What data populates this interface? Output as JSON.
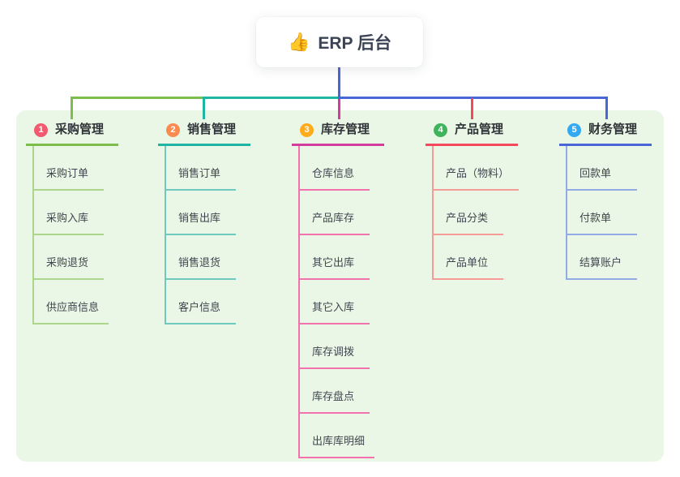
{
  "root": {
    "icon": "👍",
    "icon_name": "thumbs-up-icon",
    "title": "ERP 后台"
  },
  "colors": {
    "page_bg": "#FFFFFF",
    "panel_bg": "#EBF7E6",
    "root_connector": "#4966D6",
    "text_dark": "#2F3438",
    "text_child": "#3F464F"
  },
  "branches": [
    {
      "num": "1",
      "label": "采购管理",
      "badge_color": "#F25A70",
      "line_color": "#7CBE4B",
      "child_line_color": "#ABD68C",
      "children": [
        "采购订单",
        "采购入库",
        "采购退货",
        "供应商信息"
      ]
    },
    {
      "num": "2",
      "label": "销售管理",
      "badge_color": "#FB8A50",
      "line_color": "#1FB5A3",
      "child_line_color": "#6FC9BE",
      "children": [
        "销售订单",
        "销售出库",
        "销售退货",
        "客户信息"
      ]
    },
    {
      "num": "3",
      "label": "库存管理",
      "badge_color": "#FFAC1C",
      "line_color": "#D23C9C",
      "child_line_color": "#F272AE",
      "children": [
        "仓库信息",
        "产品库存",
        "其它出库",
        "其它入库",
        "库存调拨",
        "库存盘点",
        "出库库明细"
      ]
    },
    {
      "num": "4",
      "label": "产品管理",
      "badge_color": "#3FB45C",
      "line_color": "#F4485C",
      "child_line_color": "#F59C97",
      "children": [
        "产品（物料）",
        "产品分类",
        "产品单位"
      ]
    },
    {
      "num": "5",
      "label": "财务管理",
      "badge_color": "#32A9F2",
      "line_color": "#4966D6",
      "child_line_color": "#92ABE4",
      "children": [
        "回款单",
        "付款单",
        "结算账户"
      ]
    }
  ]
}
